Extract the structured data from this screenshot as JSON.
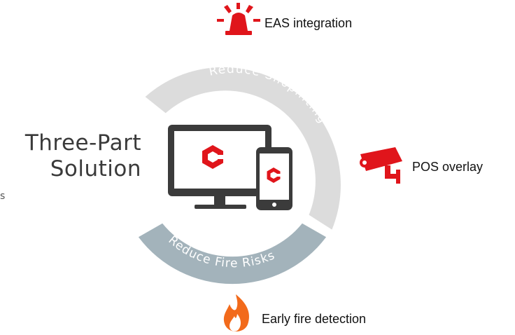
{
  "title": {
    "line1": "Three-Part",
    "line2": "Solution"
  },
  "stray_text": "s",
  "ring": {
    "top_label": "Reduce Shoplifting",
    "bottom_label": "Reduce Fire Risks",
    "top_color": "#dcdcdc",
    "bottom_color": "#a3b3bb"
  },
  "features": {
    "eas": "EAS integration",
    "pos": "POS overlay",
    "fire": "Early fire detection"
  },
  "colors": {
    "accent_red": "#e0151b",
    "fire_orange": "#f26a1b",
    "device_dark": "#3b3b3b"
  },
  "icons": [
    "siren-icon",
    "security-camera-icon",
    "flame-icon",
    "monitor-icon",
    "phone-icon",
    "brand-logo-icon"
  ]
}
